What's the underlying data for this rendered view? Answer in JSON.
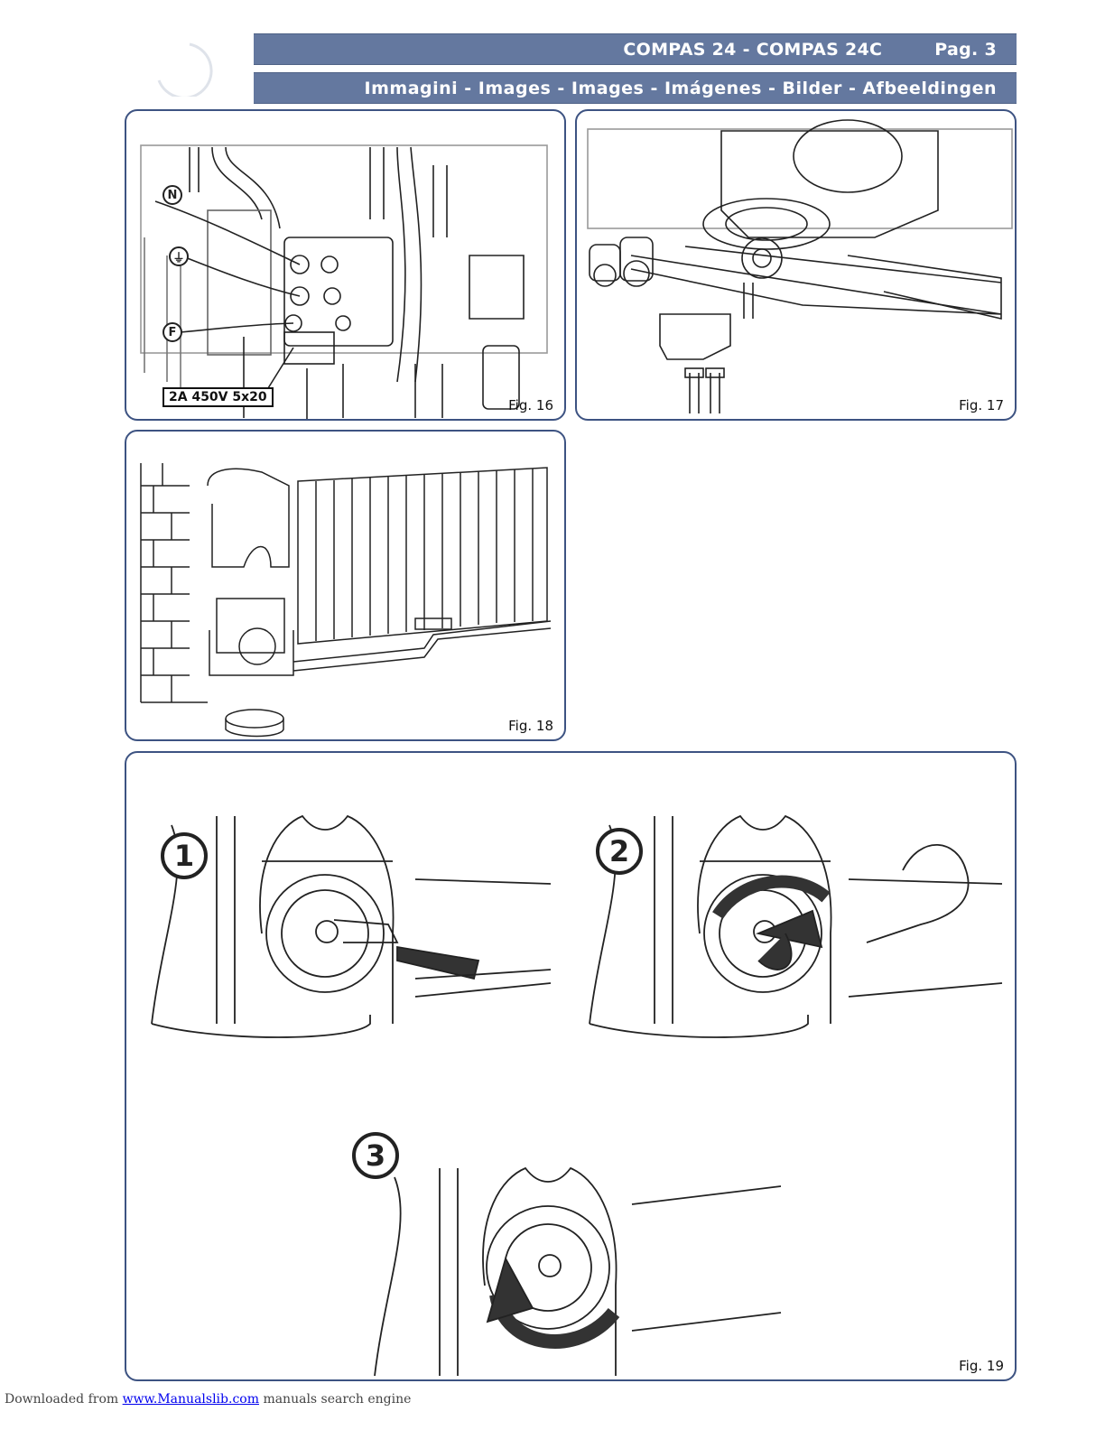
{
  "header": {
    "model": "COMPAS 24 - COMPAS 24C",
    "page": "Pag. 3",
    "subtitle": "Immagini - Images - Images - Imágenes - Bilder - Afbeeldingen"
  },
  "figures": {
    "fig16": {
      "label": "Fig. 16",
      "fuse": "2A 450V 5x20",
      "terminal_n": "N",
      "terminal_f": "F"
    },
    "fig17": {
      "label": "Fig. 17"
    },
    "fig18": {
      "label": "Fig. 18"
    },
    "fig19": {
      "label": "Fig. 19",
      "steps": [
        "1",
        "2",
        "3"
      ]
    }
  },
  "footer": {
    "prefix": "Downloaded from",
    "link": "www.Manualslib.com",
    "suffix": "manuals search engine"
  },
  "colors": {
    "header_band": "#64789f",
    "panel_border": "#3d5382"
  }
}
